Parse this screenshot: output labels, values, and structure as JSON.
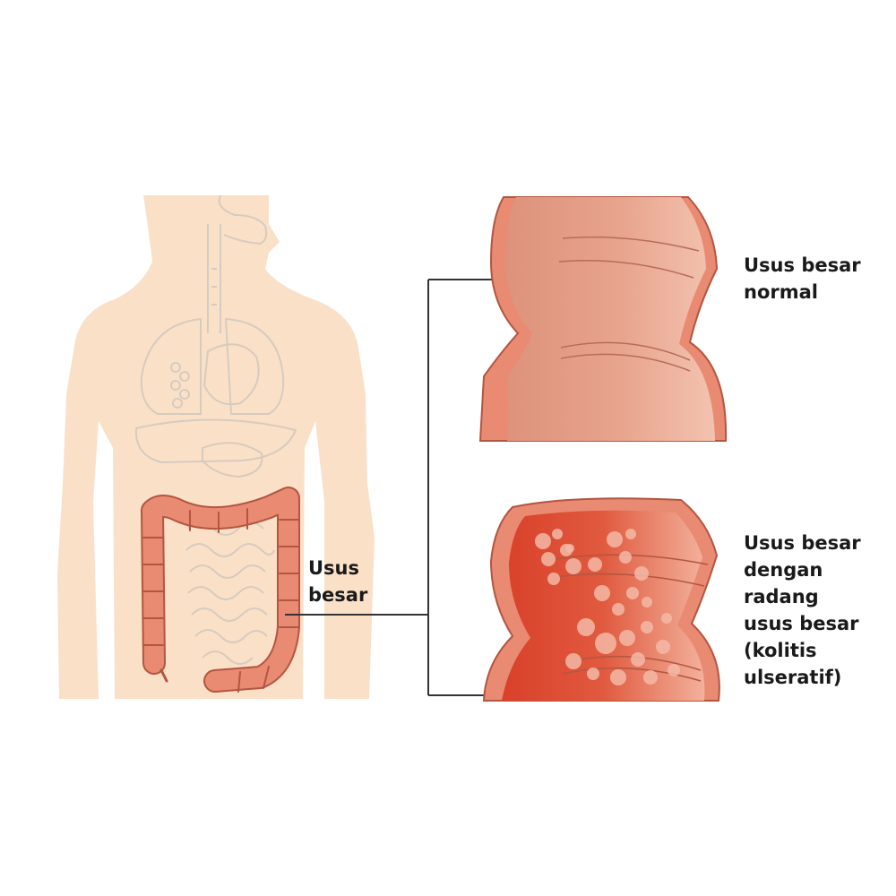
{
  "labels": {
    "body_colon": "Usus\nbesar",
    "normal_colon": "Usus besar\nnormal",
    "inflamed_colon": "Usus besar\ndengan radang\nusus besar\n(kolitis\nulseratif)"
  },
  "colors": {
    "skin": "#fbe0c8",
    "organ_outline": "#ddd2c6",
    "colon": "#e98a72",
    "colon_outline": "#b35541",
    "normal_panel": "#e9a188",
    "inflamed_panel": "#d9442a",
    "ulcer": "#f3b9a6",
    "line": "#333333"
  }
}
